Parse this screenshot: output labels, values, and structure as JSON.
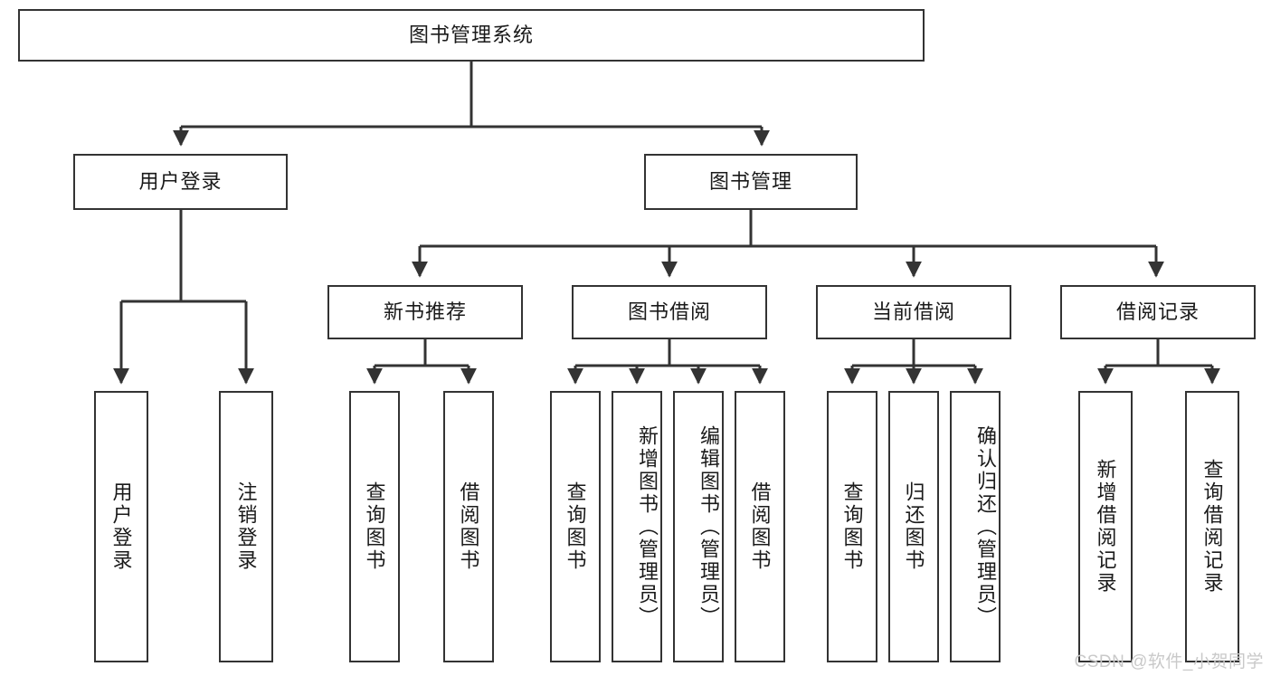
{
  "diagram": {
    "title": "图书管理系统",
    "type": "tree-hierarchy",
    "background_color": "#ffffff",
    "border_color": "#333333",
    "text_color": "#1a1a1a",
    "watermark": "CSDN @软件_小贺同学"
  },
  "root": {
    "label": "图书管理系统"
  },
  "level2": [
    {
      "label": "用户登录"
    },
    {
      "label": "图书管理"
    }
  ],
  "level3": [
    {
      "label": "新书推荐"
    },
    {
      "label": "图书借阅"
    },
    {
      "label": "当前借阅"
    },
    {
      "label": "借阅记录"
    }
  ],
  "leaves": {
    "user_login": [
      {
        "label": "用户登录"
      },
      {
        "label": "注销登录"
      }
    ],
    "new_book_recommend": [
      {
        "label": "查询图书"
      },
      {
        "label": "借阅图书"
      }
    ],
    "book_borrow": [
      {
        "label": "查询图书"
      },
      {
        "label": "新增图书（管理员）"
      },
      {
        "label": "编辑图书（管理员）"
      },
      {
        "label": "借阅图书"
      }
    ],
    "current_borrow": [
      {
        "label": "查询图书"
      },
      {
        "label": "归还图书"
      },
      {
        "label": "确认归还（管理员）"
      }
    ],
    "borrow_record": [
      {
        "label": "新增借阅记录"
      },
      {
        "label": "查询借阅记录"
      }
    ]
  }
}
